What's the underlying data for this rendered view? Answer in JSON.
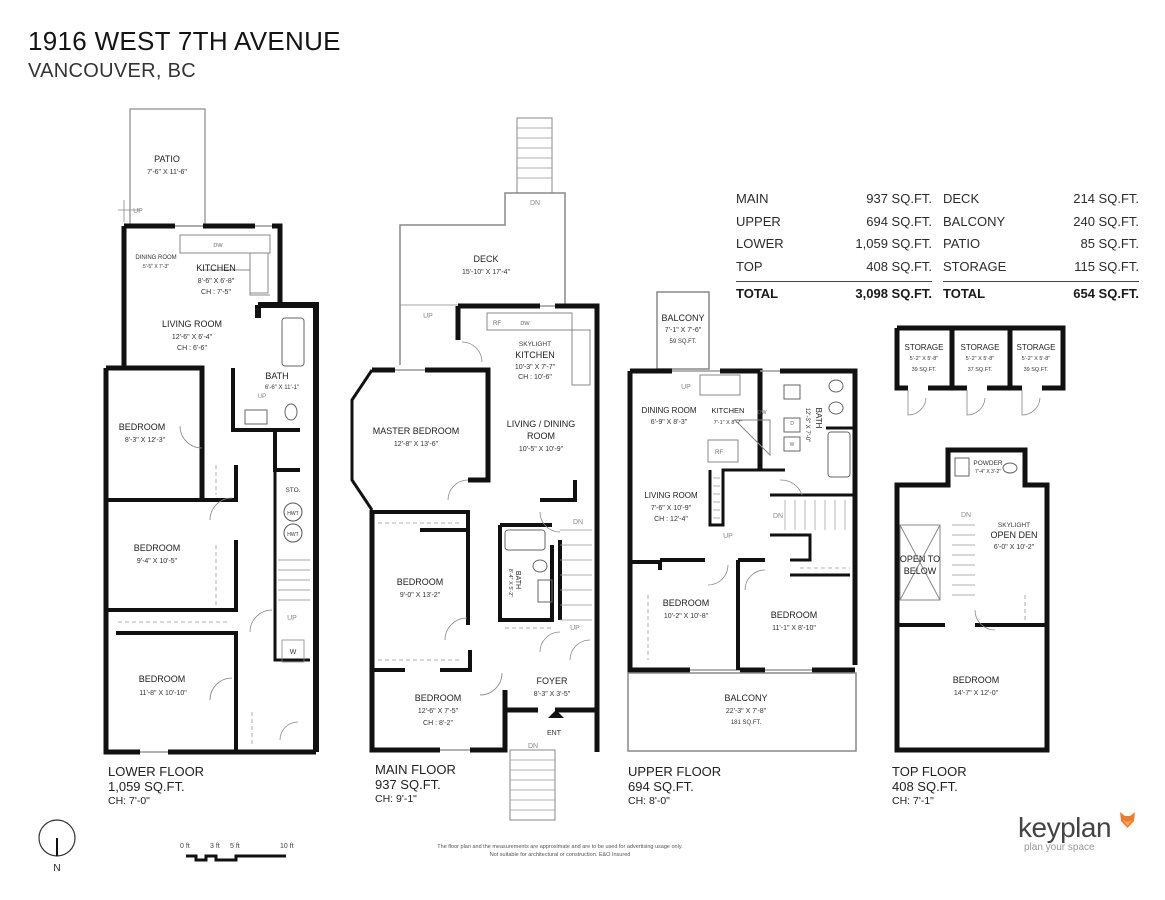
{
  "header": {
    "address": "1916 WEST 7TH AVENUE",
    "city": "VANCOUVER, BC"
  },
  "area_summary": {
    "interior": {
      "rows": [
        {
          "label": "MAIN",
          "value": "937 SQ.FT."
        },
        {
          "label": "UPPER",
          "value": "694 SQ.FT."
        },
        {
          "label": "LOWER",
          "value": "1,059 SQ.FT."
        },
        {
          "label": "TOP",
          "value": "408 SQ.FT."
        }
      ],
      "total_label": "TOTAL",
      "total_value": "3,098 SQ.FT."
    },
    "exterior": {
      "rows": [
        {
          "label": "DECK",
          "value": "214 SQ.FT."
        },
        {
          "label": "BALCONY",
          "value": "240 SQ.FT."
        },
        {
          "label": "PATIO",
          "value": "85 SQ.FT."
        },
        {
          "label": "STORAGE",
          "value": "115 SQ.FT."
        }
      ],
      "total_label": "TOTAL",
      "total_value": "654 SQ.FT."
    }
  },
  "floors": {
    "lower": {
      "name": "LOWER FLOOR",
      "area": "1,059 SQ.FT.",
      "ceiling": "CH: 7'-0\"",
      "rooms": {
        "patio": {
          "name": "PATIO",
          "dim": "7'-6\"  X  11'-6\""
        },
        "dining": {
          "name": "DINING ROOM",
          "dim": "5'-5\" X 7'-3\""
        },
        "kitchen": {
          "name": "KITCHEN",
          "dim": "8'-6\"  X  6'-8\"",
          "ch": "CH : 7'-5\""
        },
        "living": {
          "name": "LIVING ROOM",
          "dim": "12'-6\"  X  6'-4\"",
          "ch": "CH : 6'-6\""
        },
        "bath": {
          "name": "BATH",
          "dim": "6'-6\" X 11'-1\""
        },
        "bedroom1": {
          "name": "BEDROOM",
          "dim": "8'-3\"  X  12'-3\""
        },
        "bedroom2": {
          "name": "BEDROOM",
          "dim": "9'-4\"  X  10'-5\""
        },
        "bedroom3": {
          "name": "BEDROOM",
          "dim": "11'-8\"  X  10'-10\""
        },
        "storage": {
          "name": "STO."
        },
        "hwt1": "HWT",
        "hwt2": "HWT",
        "washer": "W",
        "up1": "UP",
        "up2": "UP",
        "up3": "UP",
        "dw": "DW"
      }
    },
    "main": {
      "name": "MAIN FLOOR",
      "area": "937 SQ.FT.",
      "ceiling": "CH: 9'-1\"",
      "rooms": {
        "deck": {
          "name": "DECK",
          "dim": "15'-10\"  X  17'-4\""
        },
        "kitchen": {
          "name": "KITCHEN",
          "note": "SKYLIGHT",
          "dim": "10'-3\"  X  7'-7\"",
          "ch": "CH : 10'-6\""
        },
        "living": {
          "name": "LIVING / DINING",
          "name2": "ROOM",
          "dim": "10'-5\"  X  10'-9\""
        },
        "master": {
          "name": "MASTER BEDROOM",
          "dim": "12'-8\"  X  13'-6\""
        },
        "bedroom1": {
          "name": "BEDROOM",
          "dim": "9'-0\"  X  13'-2\""
        },
        "bedroom2": {
          "name": "BEDROOM",
          "dim": "12'-6\"  X  7'-5\"",
          "ch": "CH : 8'-2\""
        },
        "bath": {
          "name": "BATH",
          "dim": "8'-4\" X 5'-2\""
        },
        "foyer": {
          "name": "FOYER",
          "dim": "8'-3\"  X  3'-5\""
        },
        "ent": "ENT",
        "dn1": "DN",
        "dn2": "DN",
        "dn3": "DN",
        "up1": "UP",
        "up2": "UP",
        "rf": "RF",
        "dw": "DW"
      }
    },
    "upper": {
      "name": "UPPER FLOOR",
      "area": "694 SQ.FT.",
      "ceiling": "CH: 8'-0\"",
      "rooms": {
        "balcony_top": {
          "name": "BALCONY",
          "dim": "7'-1\"  X  7'-6\"",
          "area": "59 SQ.FT."
        },
        "dining": {
          "name": "DINING ROOM",
          "dim": "6'-9\"  X  8'-3\""
        },
        "kitchen": {
          "name": "KITCHEN",
          "dim": "7'-1\" X 8'-7\""
        },
        "living": {
          "name": "LIVING ROOM",
          "dim": "7'-6\"  X  10'-9\"",
          "ch": "CH : 12'-4\""
        },
        "bath": {
          "name": "BATH",
          "dim": "12'-3\" X 7'-0\""
        },
        "bedroom1": {
          "name": "BEDROOM",
          "dim": "10'-2\"  X  10'-8\""
        },
        "bedroom2": {
          "name": "BEDROOM",
          "dim": "11'-1\"  X  8'-10\""
        },
        "balcony_bottom": {
          "name": "BALCONY",
          "dim": "22'-3\"  X  7'-8\"",
          "area": "181 SQ.FT."
        },
        "up1": "UP",
        "up2": "UP",
        "dn": "DN",
        "rf": "RF",
        "dw": "DW",
        "d": "D",
        "w": "W"
      }
    },
    "top": {
      "name": "TOP FLOOR",
      "area": "408 SQ.FT.",
      "ceiling": "CH: 7'-1\"",
      "rooms": {
        "storage1": {
          "name": "STORAGE",
          "dim": "5'-2\" X 5'-8\"",
          "area": "39 SQ.FT."
        },
        "storage2": {
          "name": "STORAGE",
          "dim": "5'-2\" X 5'-8\"",
          "area": "37 SQ.FT."
        },
        "storage3": {
          "name": "STORAGE",
          "dim": "5'-2\" X 5'-8\"",
          "area": "39 SQ.FT."
        },
        "powder": {
          "name": "POWDER",
          "dim": "7'-4\" X 3'-2\""
        },
        "den": {
          "name": "OPEN DEN",
          "note": "SKYLIGHT",
          "dim": "6'-0\"  X  10'-2\""
        },
        "open": {
          "name": "OPEN TO",
          "name2": "BELOW"
        },
        "bedroom": {
          "name": "BEDROOM",
          "dim": "14'-7\"  X  12'-0\""
        },
        "dn": "DN"
      }
    }
  },
  "legend": {
    "north": "N",
    "scale": [
      "0 ft",
      "3 ft",
      "5 ft",
      "10 ft"
    ]
  },
  "footer": {
    "disclaimer_line1": "The floor plan and the measurements are approximate and are to be used for advertising usage only.",
    "disclaimer_line2": "Not suitable for architectural or construction. E&O Insured",
    "brand": "keyplan",
    "tagline": "plan your space",
    "brand_accent": "#f07c2a"
  }
}
